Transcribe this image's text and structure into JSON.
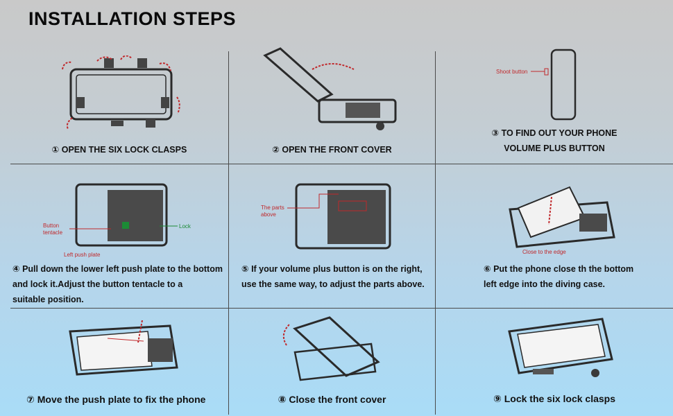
{
  "title": "INSTALLATION STEPS",
  "steps": [
    {
      "num": "①",
      "text": "OPEN THE SIX LOCK CLASPS"
    },
    {
      "num": "②",
      "text": "OPEN THE FRONT COVER"
    },
    {
      "num": "③",
      "line1": "TO FIND OUT YOUR PHONE",
      "line2": "VOLUME PLUS BUTTON"
    },
    {
      "num": "④",
      "line1": "Pull down the lower left push plate to the bottom",
      "line2": "and lock it.Adjust the button tentacle to a",
      "line3": "suitable position."
    },
    {
      "num": "⑤",
      "line1": "If your volume plus button is on the right,",
      "line2": "use the same way, to adjust the parts above."
    },
    {
      "num": "⑥",
      "line1": "Put the phone close th the bottom",
      "line2": "left edge into the diving case."
    },
    {
      "num": "⑦",
      "text": "Move the push plate to fix the phone"
    },
    {
      "num": "⑧",
      "text": "Close the front cover"
    },
    {
      "num": "⑨",
      "text": "Lock the six lock clasps"
    }
  ],
  "labels": {
    "shoot_button": "Shoot button",
    "button_tentacle_1": "Button",
    "button_tentacle_2": "tentacle",
    "lock": "Lock",
    "left_push_plate": "Left push plate",
    "parts_above_1": "The parts",
    "parts_above_2": "above",
    "close_to_edge": "Close to the edge"
  },
  "colors": {
    "accent_red": "#c0282b",
    "accent_green": "#1c8a35",
    "line": "#4a4a4a"
  }
}
